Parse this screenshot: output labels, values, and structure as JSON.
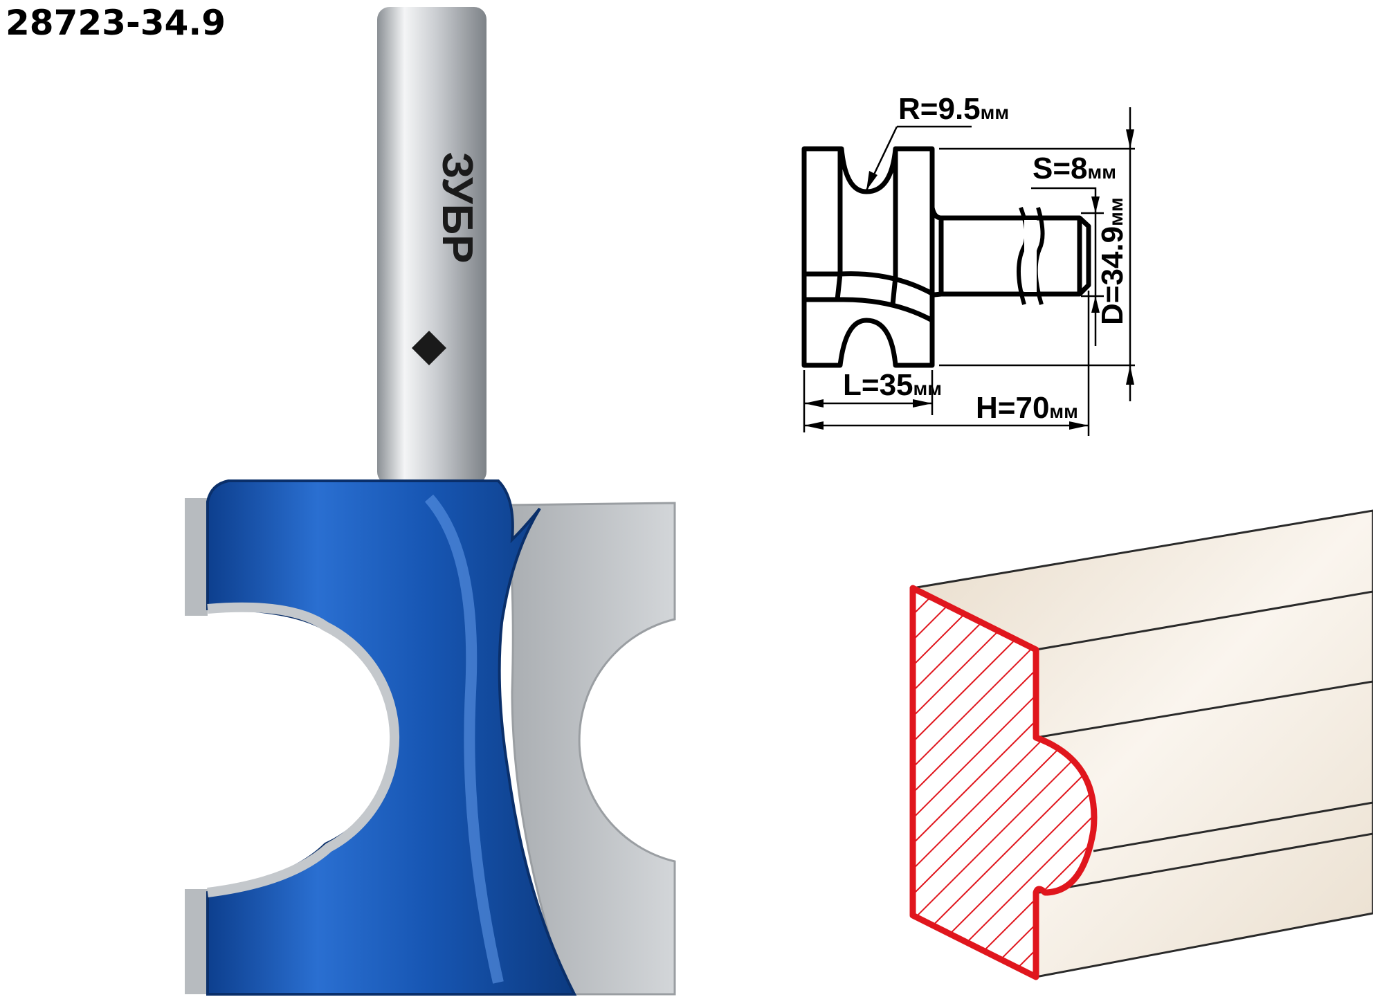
{
  "product_code": "28723-34.9",
  "brand": "ЗУБР",
  "dimensions": {
    "radius": {
      "label": "R=9.5",
      "unit": "мм"
    },
    "shank": {
      "label": "S=8",
      "unit": "мм"
    },
    "diameter": {
      "label": "D=34.9",
      "unit": "мм"
    },
    "length": {
      "label": "L=35",
      "unit": "мм"
    },
    "height": {
      "label": "H=70",
      "unit": "мм"
    }
  },
  "colors": {
    "body": "#1a5bb5",
    "section": "#e0161d",
    "wood": "#f2e8da"
  }
}
